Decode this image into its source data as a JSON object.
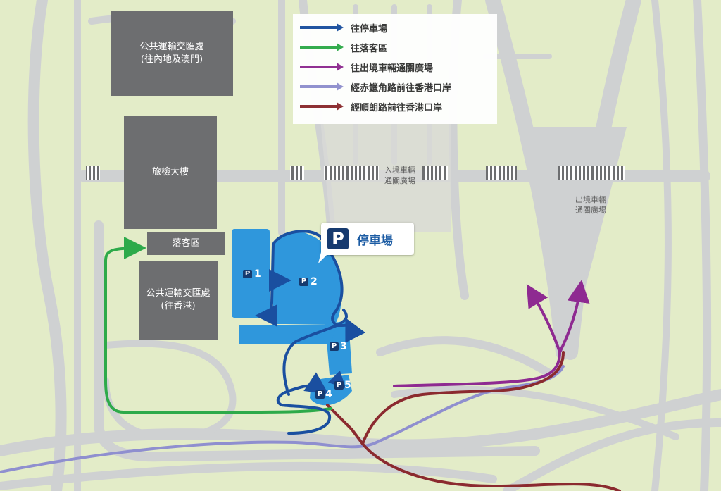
{
  "legend": {
    "items": [
      {
        "label": "往停車場",
        "color": "#1a4fa0"
      },
      {
        "label": "往落客區",
        "color": "#2daa4a"
      },
      {
        "label": "往出境車輛通關廣場",
        "color": "#8e2a91"
      },
      {
        "label": "經赤鱲角路前往香港口岸",
        "color": "#8f8fcf"
      },
      {
        "label": "經順朗路前往香港口岸",
        "color": "#8b2a2f"
      }
    ]
  },
  "buildings": {
    "ptc_mainland_line1": "公共運輸交匯處",
    "ptc_mainland_line2": "(往內地及澳門)",
    "passenger_building": "旅檢大樓",
    "drop_off": "落客區",
    "ptc_hk_line1": "公共運輸交匯處",
    "ptc_hk_line2": "(往香港)"
  },
  "labels": {
    "arrival_plaza_line1": "入境車輛",
    "arrival_plaza_line2": "通關廣場",
    "departure_plaza_line1": "出境車輛",
    "departure_plaza_line2": "通關廣場"
  },
  "parking": {
    "callout_icon": "P",
    "callout_label": "停車場",
    "badge": "P",
    "lots": [
      "1",
      "2",
      "3",
      "4",
      "5"
    ]
  },
  "colors": {
    "background": "#e3ecc8",
    "road": "#cfd1d2",
    "building": "#6d6e70",
    "parking_fill": "#2f97dc",
    "to_parking": "#1a4fa0",
    "to_drop_off": "#2daa4a",
    "to_departure": "#8e2a91",
    "via_chek_lap_kok": "#8f8fcf",
    "via_shun_long": "#8b2a2f"
  }
}
